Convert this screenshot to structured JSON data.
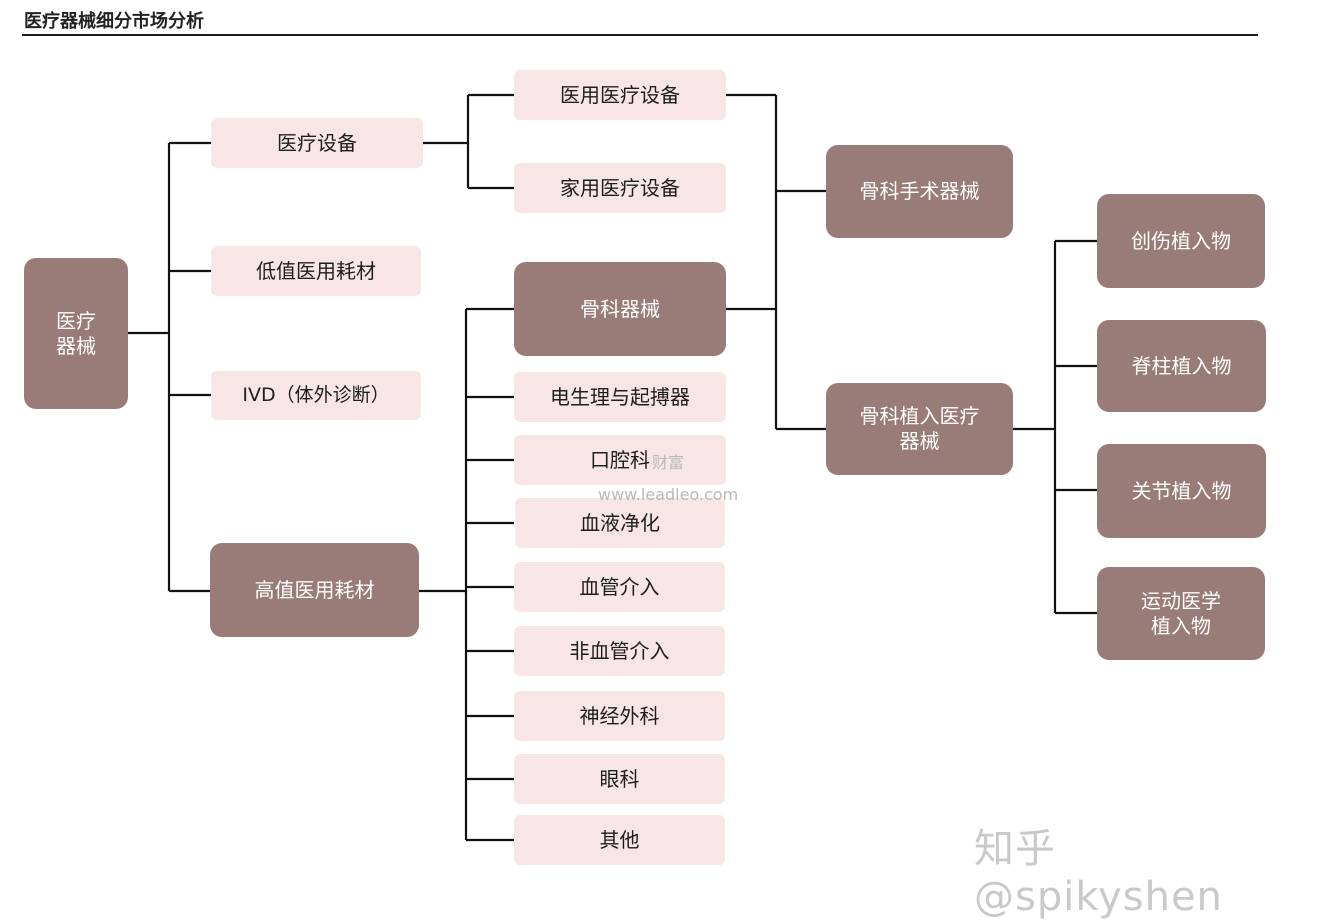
{
  "header": {
    "title": "医疗器械细分市场分析"
  },
  "nodes": {
    "root": "医疗\n器械",
    "equipment": "医疗设备",
    "low_value": "低值医用耗材",
    "ivd": "IVD（体外诊断）",
    "high_value": "高值医用耗材",
    "medical_use_equipment": "医用医疗设备",
    "home_equipment": "家用医疗设备",
    "orthopedic_devices": "骨科器械",
    "electrophysiology": "电生理与起搏器",
    "dental": "口腔科",
    "blood_purification": "血液净化",
    "vascular_intervention": "血管介入",
    "nonvascular_intervention": "非血管介入",
    "neurosurgery": "神经外科",
    "ophthalmology": "眼科",
    "others": "其他",
    "ortho_surgical_instruments": "骨科手术器械",
    "ortho_implant_devices": "骨科植入医疗\n器械",
    "trauma_implants": "创伤植入物",
    "spine_implants": "脊柱植入物",
    "joint_implants": "关节植入物",
    "sports_medicine_implants": "运动医学\n植入物"
  },
  "watermarks": {
    "site_name": "财富",
    "site_url": "www.leadleo.com",
    "author": "知乎 @spikyshen"
  },
  "colors": {
    "dark_node": "#997b78",
    "light_node": "#f8e6e6",
    "connector": "#111111"
  }
}
